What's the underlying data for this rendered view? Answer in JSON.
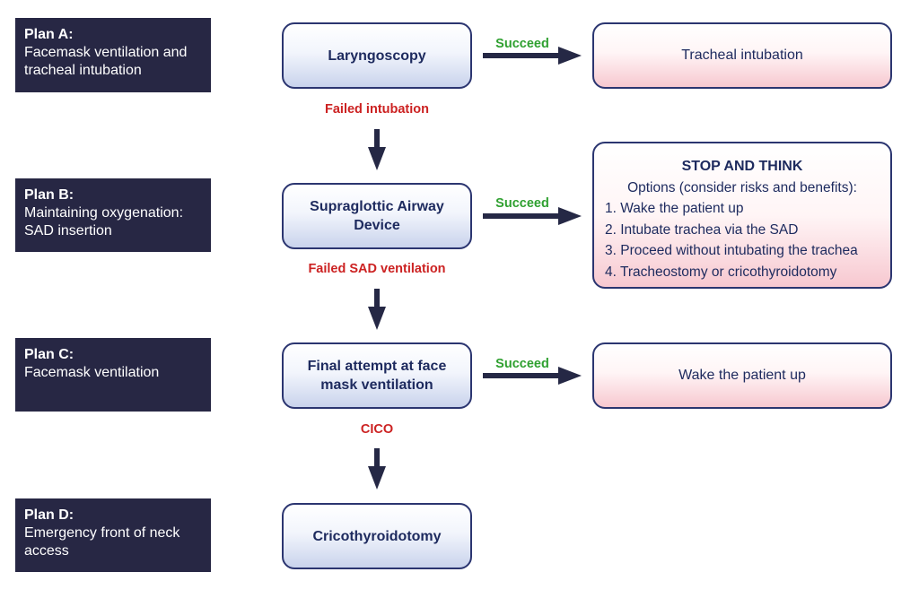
{
  "plans": [
    {
      "title": "Plan A:",
      "desc": "Facemask ventilation and\ntracheal intubation"
    },
    {
      "title": "Plan B:",
      "desc": "Maintaining oxygenation:\nSAD insertion"
    },
    {
      "title": "Plan C:",
      "desc": "Facemask ventilation"
    },
    {
      "title": "Plan D:",
      "desc": "Emergency front of neck\naccess"
    }
  ],
  "steps": [
    "Laryngoscopy",
    "Supraglottic Airway\nDevice",
    "Final attempt at face\nmask ventilation",
    "Cricothyroidotomy"
  ],
  "failures": [
    "Failed intubation",
    "Failed SAD ventilation",
    "CICO"
  ],
  "success_label": "Succeed",
  "outcomes": {
    "a": "Tracheal intubation",
    "c": "Wake the patient up"
  },
  "stop_think": {
    "title": "STOP AND THINK",
    "intro": "Options (consider risks and benefits):",
    "options": [
      "1. Wake the patient up",
      "2. Intubate trachea via the SAD",
      "3. Proceed without intubating the trachea",
      "4. Tracheostomy or cricothyroidotomy"
    ]
  },
  "colors": {
    "plan_bg": "#272744",
    "arrow": "#252845",
    "fail_text": "#cc2222",
    "success_text": "#2fa030",
    "step_border": "#2b3570"
  }
}
